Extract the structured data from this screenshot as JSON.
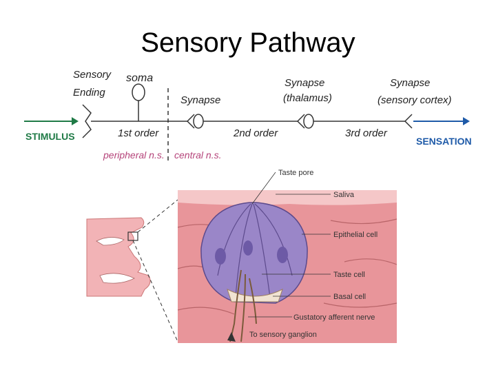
{
  "title": "Sensory Pathway",
  "pathway": {
    "sensory_ending": [
      "Sensory",
      "Ending"
    ],
    "soma": "soma",
    "first_order": "1st order",
    "synapse_1": "Synapse",
    "second_order": "2nd order",
    "synapse_2": [
      "Synapse",
      "(thalamus)"
    ],
    "third_order": "3rd order",
    "synapse_3": [
      "Synapse",
      "(sensory cortex)"
    ],
    "stimulus": "STIMULUS",
    "sensation": "SENSATION",
    "peripheral": "peripheral n.s.",
    "central": "central n.s."
  },
  "taste_bud": {
    "labels": {
      "taste_pore": "Taste pore",
      "saliva": "Saliva",
      "epithelial_cell": "Epithelial cell",
      "taste_cell": "Taste cell",
      "basal_cell": "Basal cell",
      "gustatory_nerve": "Gustatory afferent nerve",
      "to_ganglion": "To sensory ganglion"
    }
  },
  "colors": {
    "stimulus_green": "#1f7a46",
    "sensation_blue": "#1e5aa8",
    "ns_pink": "#b5447a",
    "tissue_pink": "#e8959a",
    "taste_bud_purple": "#9a86c8"
  }
}
